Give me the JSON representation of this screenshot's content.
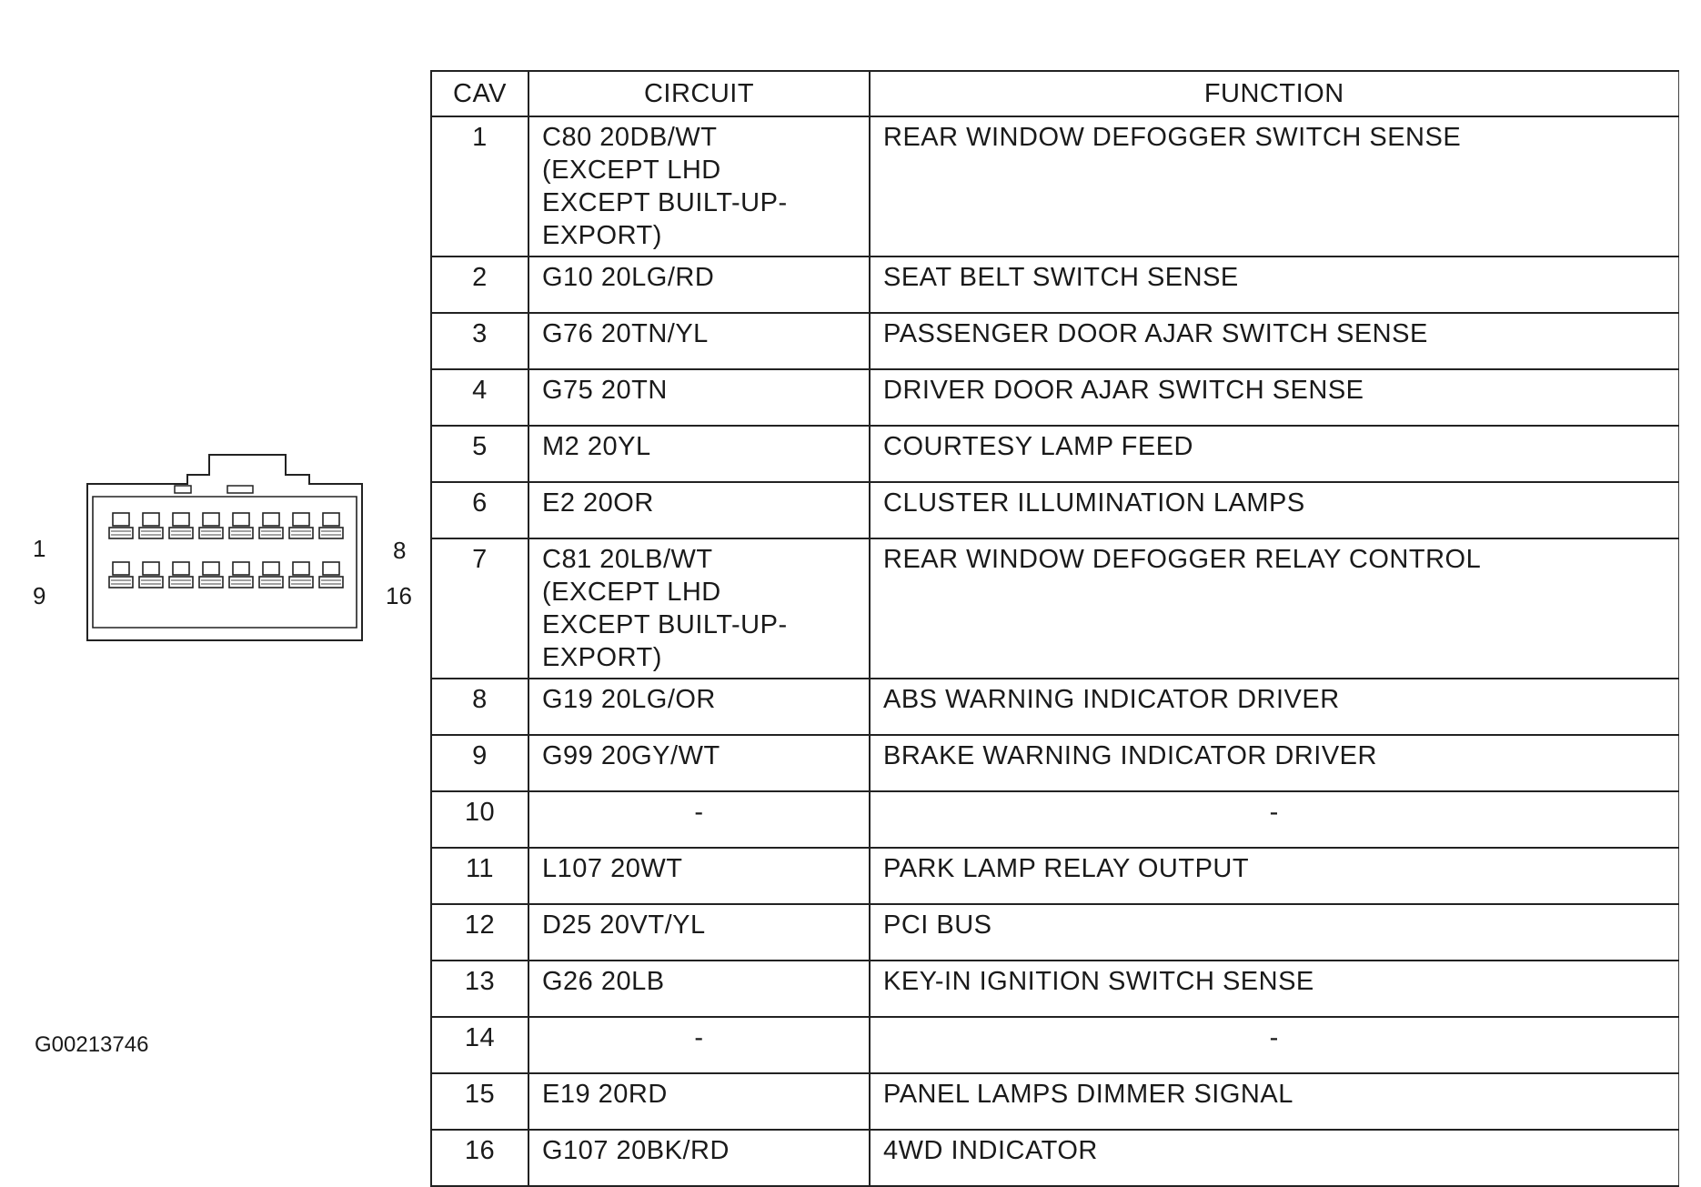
{
  "table": {
    "headers": {
      "cav": "CAV",
      "circuit": "CIRCUIT",
      "function": "FUNCTION"
    },
    "rows": [
      {
        "cav": "1",
        "circuit": "C80 20DB/WT (EXCEPT LHD EXCEPT BUILT-UP-EXPORT)",
        "function": "REAR WINDOW DEFOGGER SWITCH SENSE"
      },
      {
        "cav": "2",
        "circuit": "G10 20LG/RD",
        "function": "SEAT BELT SWITCH SENSE"
      },
      {
        "cav": "3",
        "circuit": "G76 20TN/YL",
        "function": "PASSENGER DOOR AJAR SWITCH SENSE"
      },
      {
        "cav": "4",
        "circuit": "G75 20TN",
        "function": "DRIVER DOOR AJAR SWITCH SENSE"
      },
      {
        "cav": "5",
        "circuit": "M2 20YL",
        "function": "COURTESY LAMP FEED"
      },
      {
        "cav": "6",
        "circuit": "E2 20OR",
        "function": "CLUSTER ILLUMINATION LAMPS"
      },
      {
        "cav": "7",
        "circuit": "C81 20LB/WT (EXCEPT LHD EXCEPT BUILT-UP-EXPORT)",
        "function": "REAR WINDOW DEFOGGER RELAY CONTROL"
      },
      {
        "cav": "8",
        "circuit": "G19 20LG/OR",
        "function": "ABS WARNING INDICATOR DRIVER"
      },
      {
        "cav": "9",
        "circuit": "G99 20GY/WT",
        "function": "BRAKE WARNING INDICATOR DRIVER"
      },
      {
        "cav": "10",
        "circuit": "-",
        "function": "-"
      },
      {
        "cav": "11",
        "circuit": "L107 20WT",
        "function": "PARK LAMP RELAY OUTPUT"
      },
      {
        "cav": "12",
        "circuit": "D25 20VT/YL",
        "function": "PCI BUS"
      },
      {
        "cav": "13",
        "circuit": "G26 20LB",
        "function": "KEY-IN IGNITION SWITCH SENSE"
      },
      {
        "cav": "14",
        "circuit": "-",
        "function": "-"
      },
      {
        "cav": "15",
        "circuit": "E19 20RD",
        "function": "PANEL LAMPS DIMMER SIGNAL"
      },
      {
        "cav": "16",
        "circuit": "G107 20BK/RD",
        "function": "4WD INDICATOR"
      }
    ]
  },
  "connector": {
    "labels": {
      "top_left": "1",
      "top_right": "8",
      "bottom_left": "9",
      "bottom_right": "16"
    },
    "pins_per_row": 8,
    "rows": 2
  },
  "figure_id": "G00213746"
}
